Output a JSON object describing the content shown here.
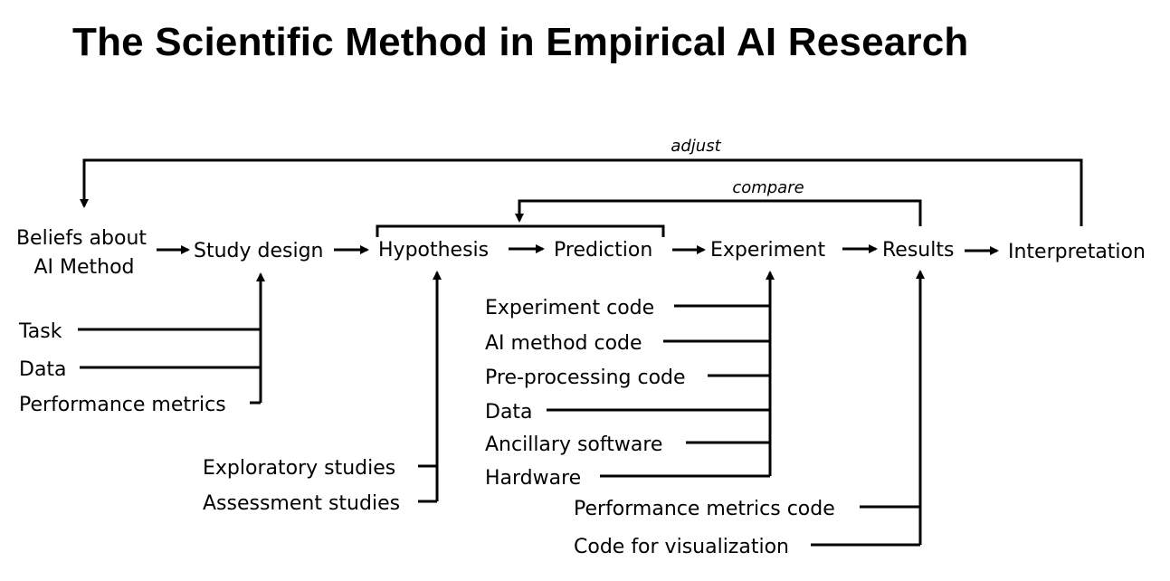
{
  "title": "The Scientific Method in Empirical AI Research",
  "loop_labels": {
    "adjust": "adjust",
    "compare": "compare"
  },
  "stages": {
    "beliefs_line1": "Beliefs about",
    "beliefs_line2": "AI Method",
    "study_design": "Study design",
    "hypothesis": "Hypothesis",
    "prediction": "Prediction",
    "experiment": "Experiment",
    "results": "Results",
    "interpretation": "Interpretation"
  },
  "study_design_inputs": [
    "Task",
    "Data",
    "Performance metrics"
  ],
  "hypothesis_inputs": [
    "Exploratory studies",
    "Assessment studies"
  ],
  "experiment_inputs": [
    "Experiment code",
    "AI method code",
    "Pre-processing code",
    "Data",
    "Ancillary software",
    "Hardware"
  ],
  "results_inputs": [
    "Performance metrics code",
    "Code for visualization"
  ]
}
